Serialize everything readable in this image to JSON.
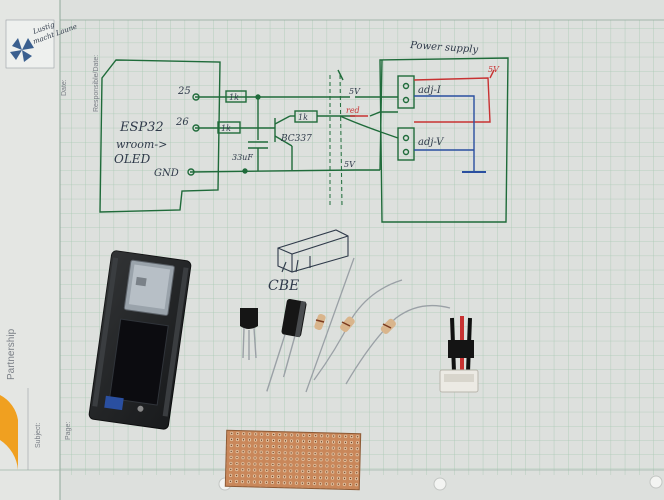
{
  "logo": {
    "line1": "Lustig",
    "line2": "macht Laune"
  },
  "form": {
    "date_label": "Date:",
    "responsible_label": "Responsible/Date:",
    "partnership_label": "Partnership",
    "subject_label": "Subject:",
    "page_label": "Page:"
  },
  "schematic": {
    "mcu_line1": "ESP32",
    "mcu_line2": "wroom->",
    "mcu_line3": "OLED",
    "pin_25": "25",
    "pin_26": "26",
    "pin_gnd": "GND",
    "resistor_1": "1k",
    "resistor_2": "1k",
    "resistor_3": "1k",
    "capacitor": "33uF",
    "transistor": "BC337",
    "rail_5v_top": "5V",
    "rail_red": "red",
    "rail_5v_bottom": "5V",
    "supply_title": "Power supply",
    "adj_current": "adj-I",
    "adj_voltage": "adj-V",
    "supply_5v": "5V"
  },
  "pinout": {
    "label": "CBE"
  },
  "colors": {
    "paper": "#dde0dd",
    "grid": "#a9c9b4",
    "ink_green": "#1f6b3a",
    "ink_red": "#c83232",
    "ink_blue": "#2a4fa0",
    "ink_black": "#222222",
    "logo_blue": "#3a5f8f",
    "accent_orange": "#f0a020"
  }
}
